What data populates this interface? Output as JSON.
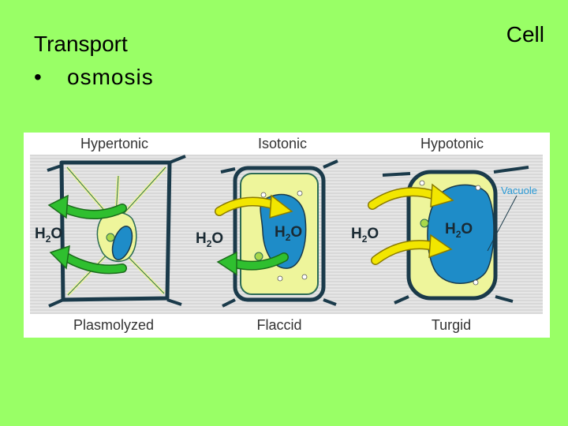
{
  "slide": {
    "title": "Transport",
    "bullet_symbol": "•",
    "bullet_text": "osmosis",
    "corner_label": "Cell"
  },
  "diagram": {
    "top_labels": [
      "Hypertonic",
      "Isotonic",
      "Hypotonic"
    ],
    "bottom_labels": [
      "Plasmolyzed",
      "Flaccid",
      "Turgid"
    ],
    "vacuole_label": "Vacuole",
    "water_label_main": "H",
    "water_label_sub": "2",
    "water_label_end": "O",
    "colors": {
      "slide_background": "#99ff66",
      "panel_background": "#ffffff",
      "diagram_stripe": "#dcdcdc",
      "cell_wall": "#1a3a4a",
      "cytoplasm": "#eef59b",
      "vacuole": "#1e8cc8",
      "arrow_in": "#f2e600",
      "arrow_out": "#2fbf2f",
      "vacuole_label": "#2a9ad6"
    }
  }
}
